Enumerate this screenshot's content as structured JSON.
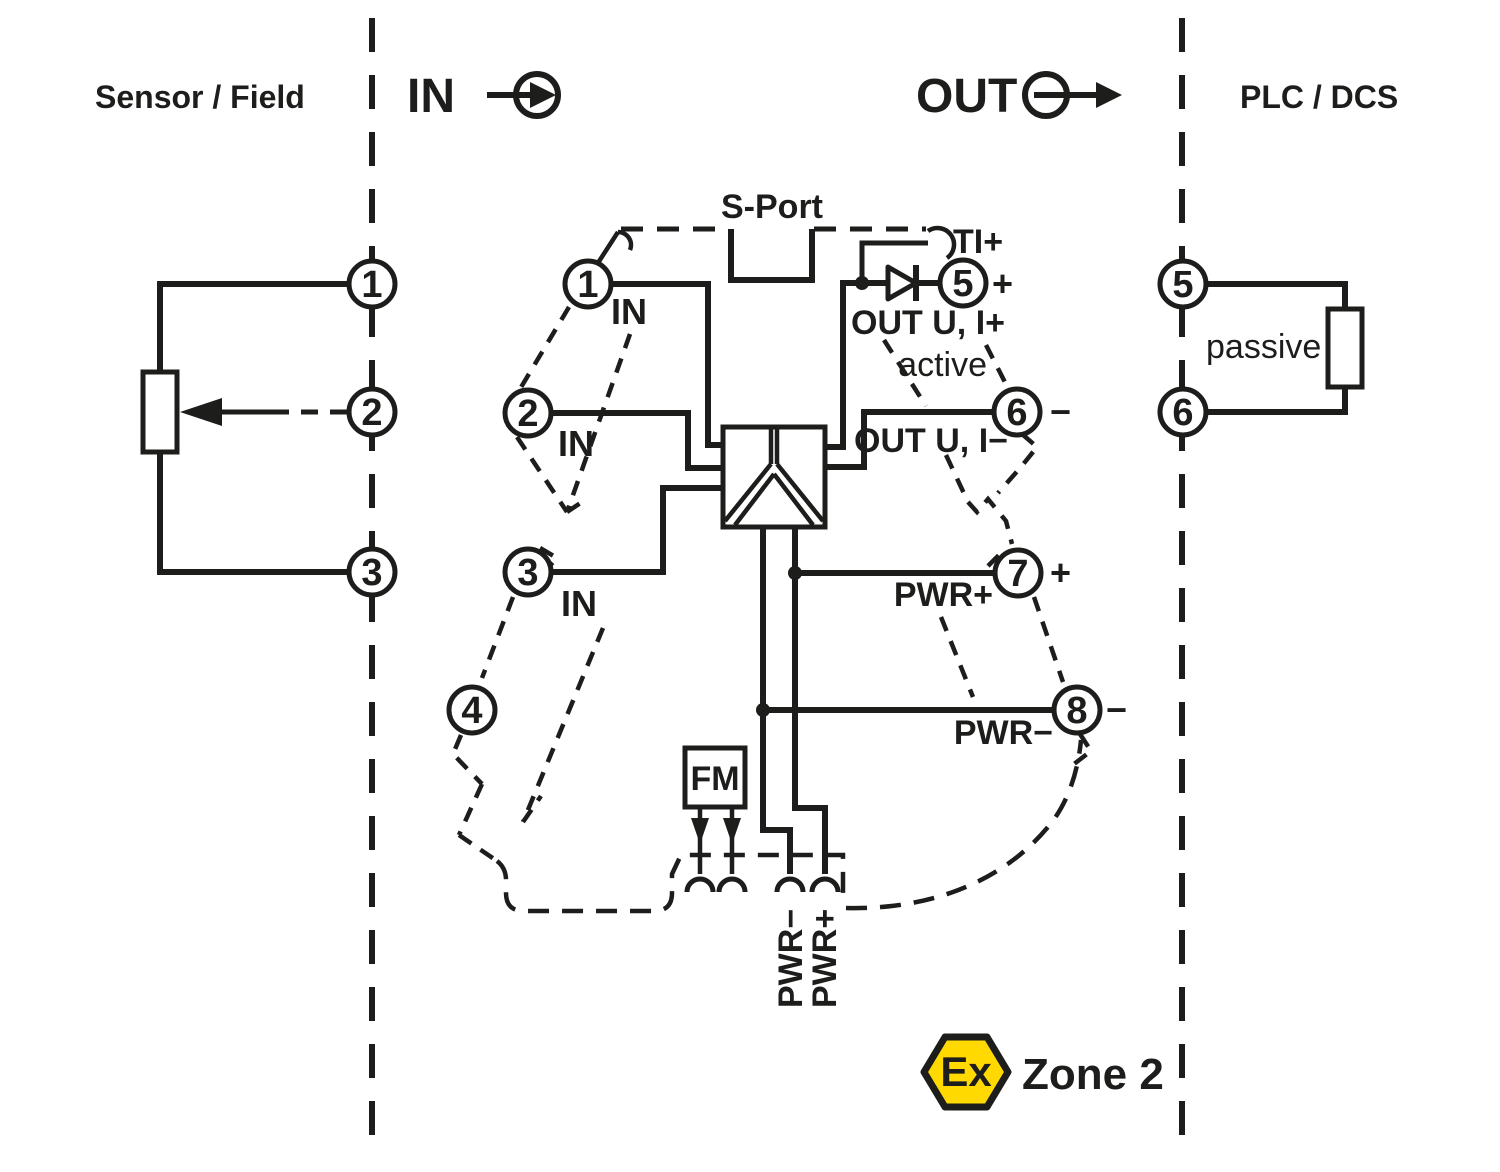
{
  "colors": {
    "ink": "#1d1d1b",
    "ex_yellow": "#ffd900",
    "background": "#ffffff"
  },
  "zones": {
    "left": "Sensor / Field",
    "right": "PLC / DCS"
  },
  "flow": {
    "in": "IN",
    "out": "OUT"
  },
  "module": {
    "s_port": "S-Port",
    "fm": "FM"
  },
  "field_terminals": {
    "numbers": [
      "1",
      "2",
      "3"
    ]
  },
  "input_terminals": {
    "numbers": [
      "1",
      "2",
      "3",
      "4"
    ],
    "labels": [
      "IN",
      "IN",
      "IN"
    ]
  },
  "output_terminals": {
    "numbers": [
      "5",
      "6",
      "7",
      "8"
    ],
    "ti_plus": "TI+",
    "out_u_i_plus": "OUT U, I+",
    "active": "active",
    "out_u_i_minus": "OUT U, I−",
    "pwr_plus": "PWR+",
    "pwr_minus": "PWR−",
    "sign_5": "+",
    "sign_6": "−",
    "sign_7": "+",
    "sign_8": "−"
  },
  "plc_terminals": {
    "numbers": [
      "5",
      "6"
    ],
    "passive": "passive"
  },
  "power_plugs": {
    "pwr_minus": "PWR−",
    "pwr_plus": "PWR+"
  },
  "hazard": {
    "ex": "Ex",
    "zone": "Zone 2"
  }
}
